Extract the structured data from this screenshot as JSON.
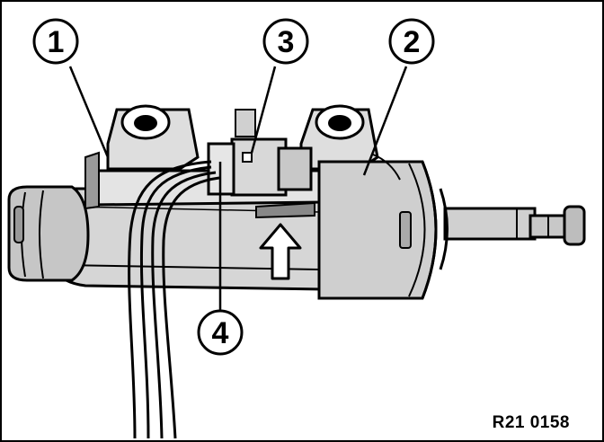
{
  "callouts": [
    {
      "label": "1"
    },
    {
      "label": "2"
    },
    {
      "label": "3"
    },
    {
      "label": "4"
    }
  ],
  "reference_code": "R21 0158",
  "colors": {
    "ink": "#000000",
    "paper": "#ffffff",
    "body_shade": "#d6d6d6",
    "cylinder_shade": "#cfcfcf",
    "piston_shade": "#bdbdbd"
  },
  "icons": {
    "arrow": "up-arrow-icon"
  }
}
